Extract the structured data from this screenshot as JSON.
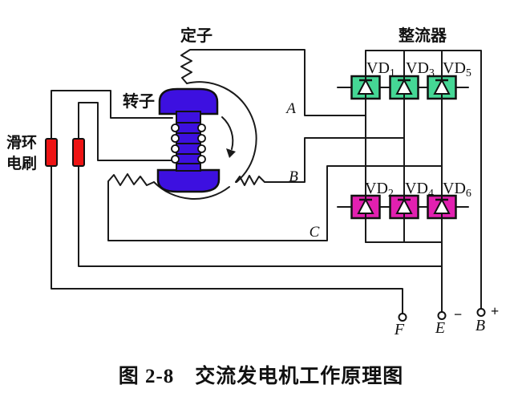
{
  "figure": {
    "caption": "图 2-8　交流发电机工作原理图"
  },
  "labels": {
    "stator": "定子",
    "rotor": "转子",
    "slip_ring": "滑环",
    "brush": "电刷",
    "rectifier": "整流器"
  },
  "phases": {
    "a": "A",
    "b": "B",
    "c": "C"
  },
  "rectifier": {
    "top_row": [
      {
        "prefix": "VD",
        "sub": "1"
      },
      {
        "prefix": "VD",
        "sub": "3"
      },
      {
        "prefix": "VD",
        "sub": "5"
      }
    ],
    "bottom_row": [
      {
        "prefix": "VD",
        "sub": "2"
      },
      {
        "prefix": "VD",
        "sub": "4"
      },
      {
        "prefix": "VD",
        "sub": "6"
      }
    ]
  },
  "terminals": {
    "f": {
      "label": "F"
    },
    "e": {
      "label": "E",
      "sign": "−"
    },
    "b": {
      "label": "B",
      "sign": "+"
    }
  },
  "colors": {
    "line": "#1a1a1a",
    "rotor_blue": "#3d10e0",
    "brush_red": "#ee1414",
    "diode_top_green": "#45d795",
    "diode_bottom_magenta": "#e220b0",
    "background": "#ffffff"
  }
}
